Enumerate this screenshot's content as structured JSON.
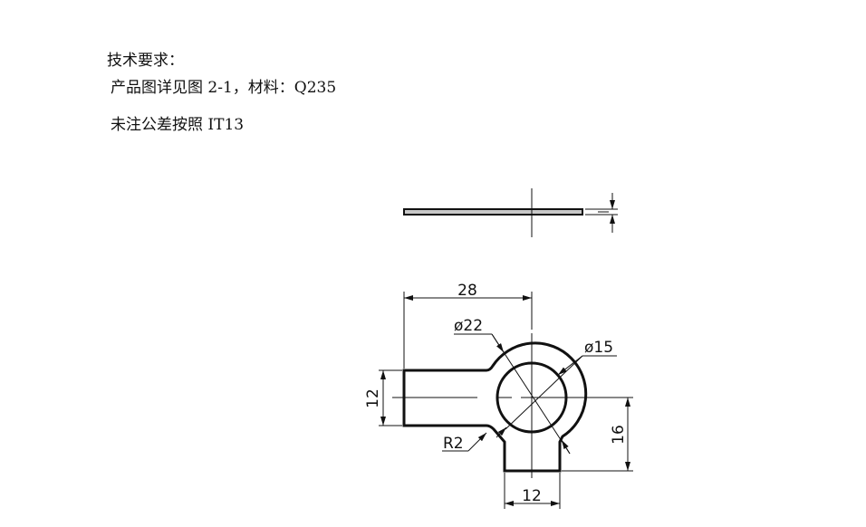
{
  "notes": {
    "title": "技术要求：",
    "line1": "产品图详见图 2-1，材料：Q235",
    "line2": "未注公差按照 IT13"
  },
  "dimensions": {
    "length_28": "28",
    "dia_outer": "ø22",
    "dia_inner": "ø15",
    "height_12": "12",
    "radius": "R2",
    "height_16": "16",
    "width_12": "12"
  },
  "colors": {
    "line": "#111111",
    "side_fill": "#c8c8c8"
  }
}
